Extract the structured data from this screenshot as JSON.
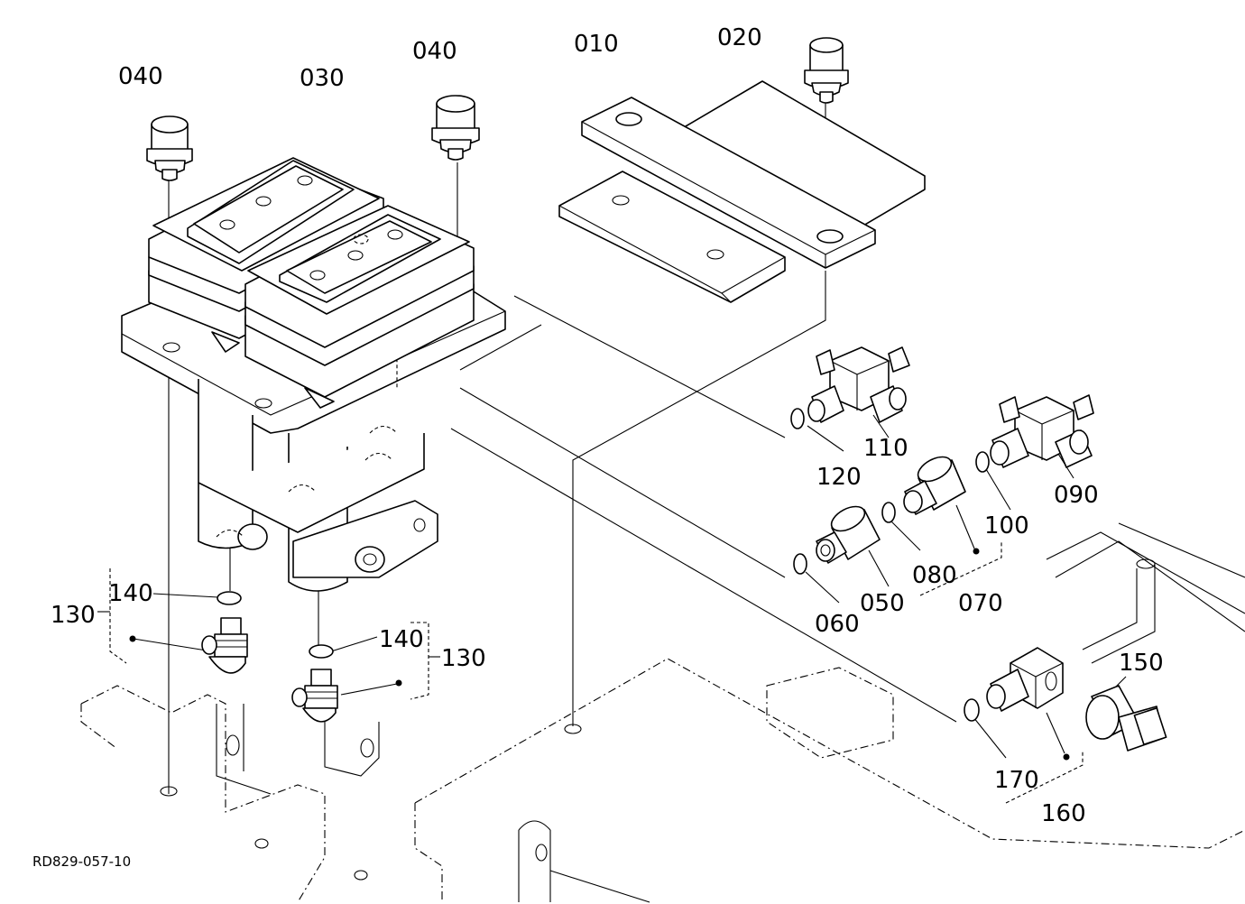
{
  "drawing_code": "RD829-057-10",
  "callouts": {
    "p010": "010",
    "p020": "020",
    "p030": "030",
    "p040_left": "040",
    "p040_right": "040",
    "p050": "050",
    "p060": "060",
    "p070": "070",
    "p080": "080",
    "p090": "090",
    "p100": "100",
    "p110": "110",
    "p120": "120",
    "p130_left": "130",
    "p130_right": "130",
    "p140_left": "140",
    "p140_right": "140",
    "p150": "150",
    "p160": "160",
    "p170": "170"
  }
}
